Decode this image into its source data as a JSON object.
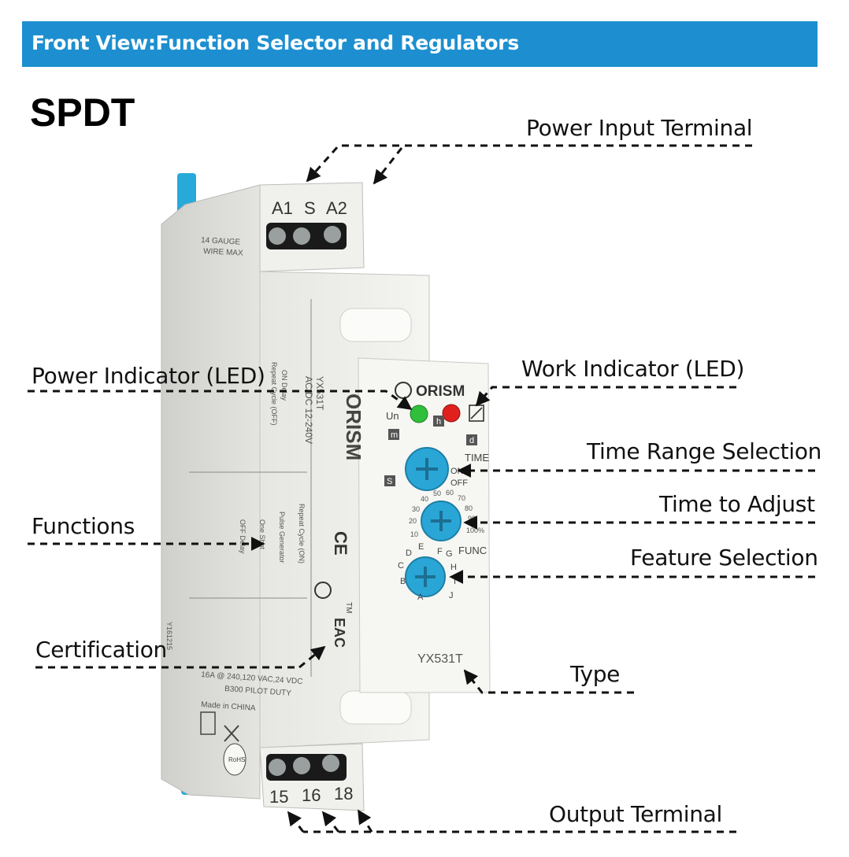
{
  "header": {
    "title": "Front View:Function Selector and Regulators"
  },
  "variant": "SPDT",
  "callouts": {
    "power_input_terminal": "Power Input Terminal",
    "power_indicator": "Power Indicator (LED)",
    "work_indicator": "Work Indicator (LED)",
    "time_range_selection": "Time Range Selection",
    "time_to_adjust": "Time to Adjust",
    "feature_selection": "Feature Selection",
    "functions": "Functions",
    "certification": "Certification",
    "type": "Type",
    "output_terminal": "Output Terminal"
  },
  "device": {
    "brand": "ORISM",
    "model": "YX531T",
    "voltage": "AC/DC 12-240V",
    "input_terminals": [
      "A1",
      "S",
      "A2"
    ],
    "output_terminals": [
      "15",
      "16",
      "18"
    ],
    "wire_note_line1": "14 GAUGE",
    "wire_note_line2": "WIRE MAX",
    "rating_line1": "16A @ 240,120 VAC,24 VDC",
    "rating_line2": "B300 PILOT DUTY",
    "made_in": "Made in CHINA",
    "date_code": "Y161215",
    "dial_time_label": "TIME",
    "dial_func_label": "FUNC",
    "dial_on_label": "ON",
    "dial_off_label": "OFF",
    "led_un_label": "Un",
    "unit_labels": [
      "m",
      "h",
      "d",
      "S"
    ],
    "time_scale": [
      "10",
      "20",
      "30",
      "40",
      "50",
      "60",
      "70",
      "80",
      "90",
      "100%"
    ],
    "function_letters": [
      "A",
      "B",
      "C",
      "D",
      "E",
      "F",
      "G",
      "H",
      "I",
      "J"
    ],
    "function_names": [
      "ON Delay",
      "Repeat Cycle (OFF)",
      "Repeat Cycle (ON)",
      "Pulse Generator",
      "One Shot",
      "OFF Delay"
    ],
    "ce_mark": "CE",
    "eac_mark": "EAC",
    "rohs_mark": "RoHS",
    "tm": "TM"
  },
  "colors": {
    "header_bg": "#1d8fd0",
    "dial_blue": "#2aa6d6",
    "led_green": "#2fbf3a",
    "led_red": "#e0201d",
    "housing": "#e9e9e6"
  }
}
